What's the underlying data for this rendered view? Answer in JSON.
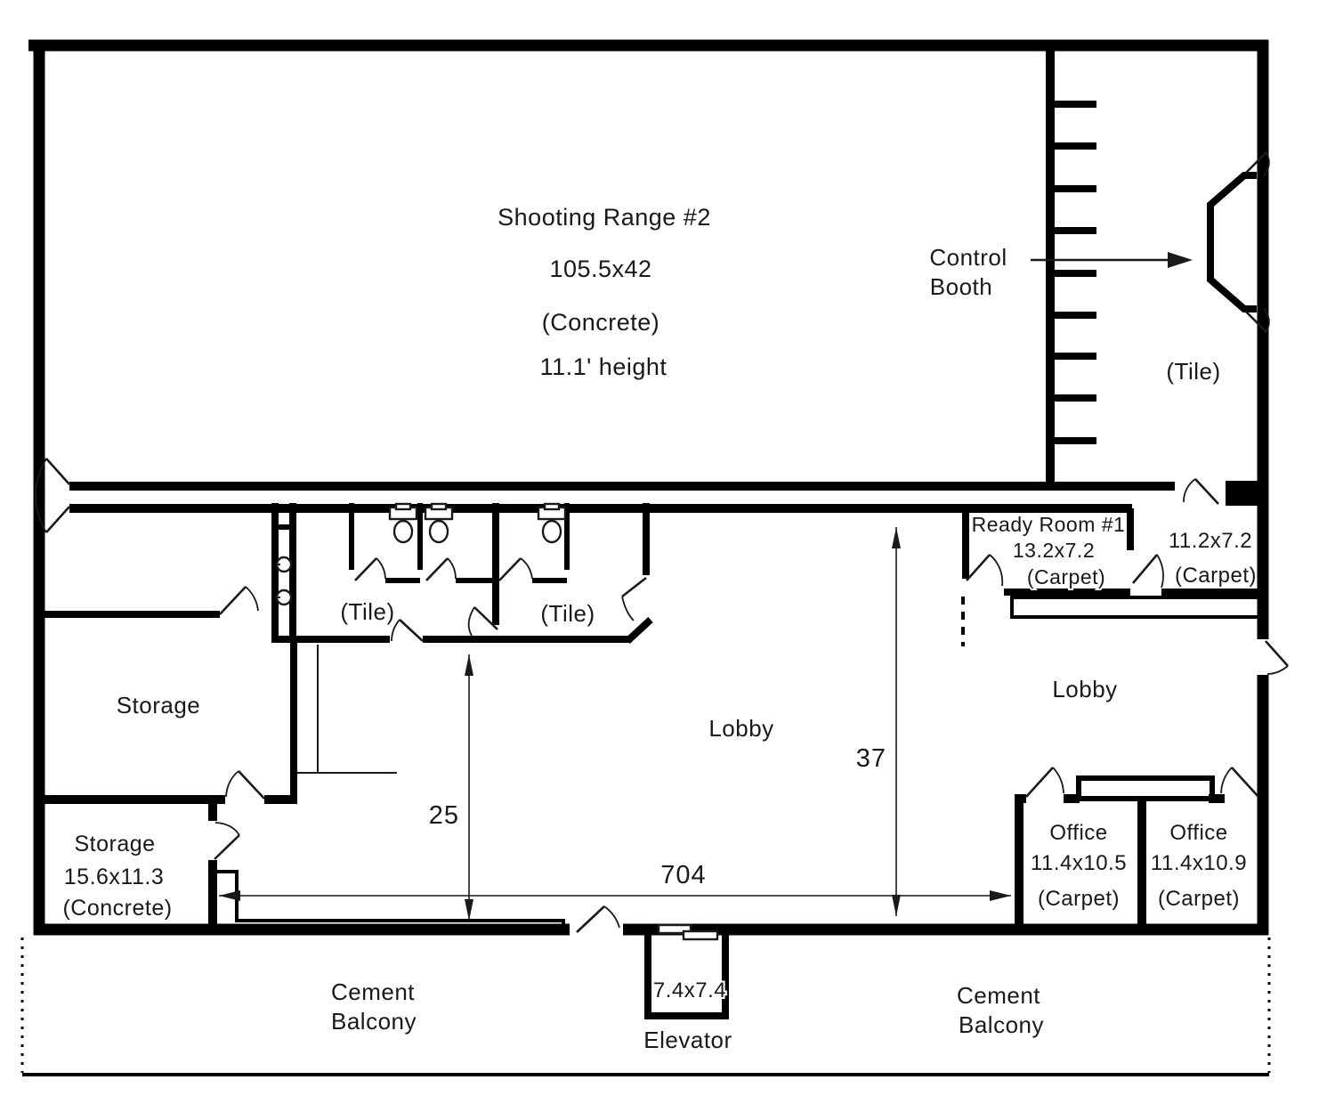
{
  "plan_title": "Shooting range facility floor plan",
  "rooms": {
    "shooting_range": {
      "name": "Shooting Range #2",
      "size": "105.5x42",
      "material": "(Concrete)",
      "height_note": "11.1' height"
    },
    "control_booth": {
      "line1": "Control",
      "line2": "Booth"
    },
    "tile_room_right": {
      "material": "(Tile)"
    },
    "bathroom_left": {
      "material": "(Tile)"
    },
    "bathroom_right": {
      "material": "(Tile)"
    },
    "ready_room": {
      "name": "Ready Room #1",
      "size": "13.2x7.2",
      "material": "(Carpet)"
    },
    "room_11_2": {
      "size": "11.2x7.2",
      "material": "(Carpet)"
    },
    "lobby_center": {
      "name": "Lobby"
    },
    "lobby_right": {
      "name": "Lobby"
    },
    "storage_upper": {
      "name": "Storage"
    },
    "storage_lower": {
      "name": "Storage",
      "size": "15.6x11.3",
      "material": "(Concrete)"
    },
    "office_left": {
      "name": "Office",
      "size": "11.4x10.5",
      "material": "(Carpet)"
    },
    "office_right": {
      "name": "Office",
      "size": "11.4x10.9",
      "material": "(Carpet)"
    },
    "elevator": {
      "size": "7.4x7.4",
      "name": "Elevator"
    },
    "balcony_left": {
      "line1": "Cement",
      "line2": "Balcony"
    },
    "balcony_right": {
      "line1": "Cement",
      "line2": "Balcony"
    }
  },
  "dimensions": {
    "overall_width": "704",
    "lobby_depth": "37",
    "left_depth": "25"
  }
}
